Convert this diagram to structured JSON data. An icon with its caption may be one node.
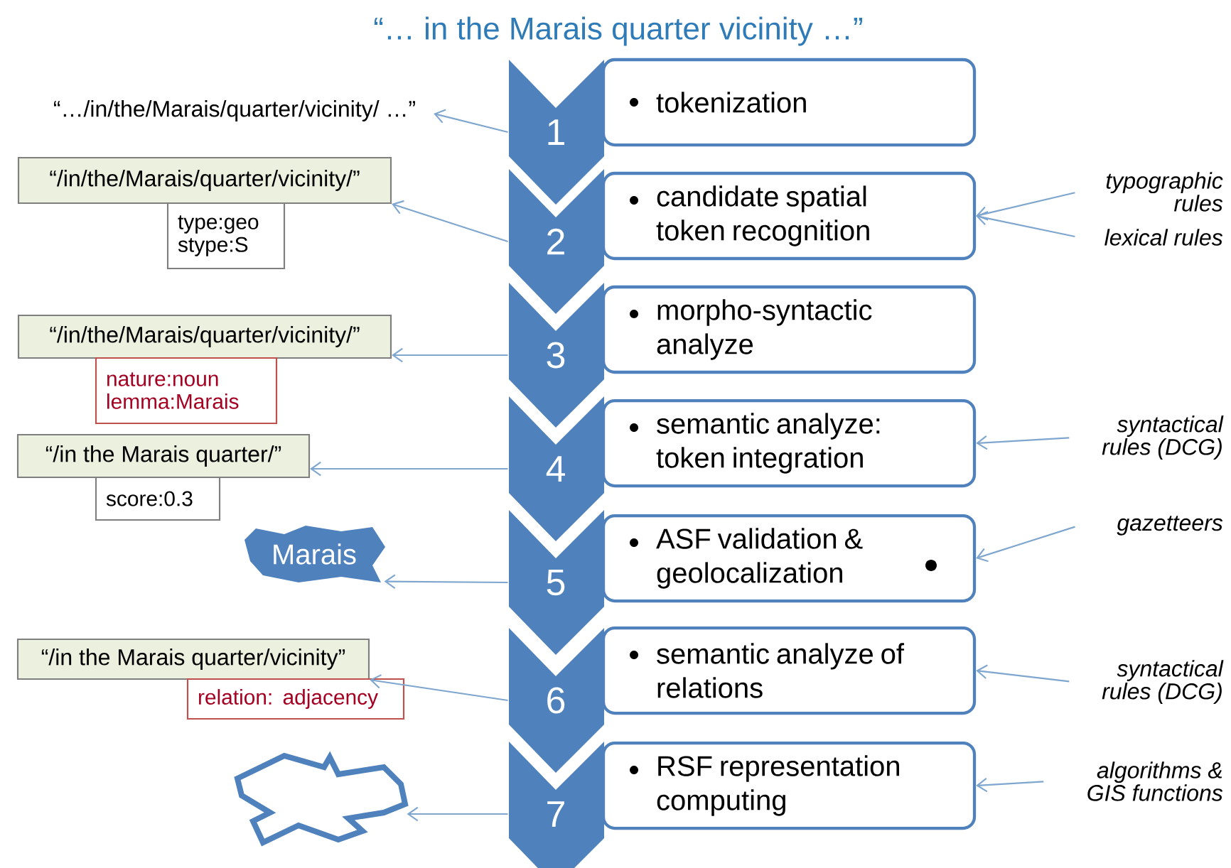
{
  "diagram": {
    "title": "“… in the Marais quarter vicinity …”",
    "nodes": [
      {
        "text": [
          "“…/in/the/Marais/quarter/vicinity/ …”"
        ]
      },
      {
        "text": [
          "1"
        ]
      },
      {
        "text": [
          "tokenization"
        ]
      },
      {
        "text": [
          "“/in/the/Marais/quarter/vicinity/”"
        ]
      },
      {
        "text": [
          "type:geo stype:S"
        ]
      },
      {
        "text": [
          "2"
        ]
      },
      {
        "text": [
          "candidate spatial token recognition"
        ]
      },
      {
        "text": [
          "typographic rules"
        ]
      },
      {
        "text": [
          "lexical rules"
        ]
      },
      {
        "text": [
          "“/in/the/Marais/quarter/vicinity/”"
        ]
      },
      {
        "text": [
          "nature:noun lemma:Marais"
        ]
      },
      {
        "text": [
          "3"
        ]
      },
      {
        "text": [
          "morpho-syntactic analyze"
        ]
      },
      {
        "text": [
          "“/in the Marais quarter/”"
        ]
      },
      {
        "text": [
          "score:0.3"
        ]
      },
      {
        "text": [
          "4"
        ]
      },
      {
        "text": [
          "semantic analyze: token integration"
        ]
      },
      {
        "text": [
          "syntactical rules (DCG)"
        ]
      },
      {
        "text": [
          "Marais"
        ]
      },
      {
        "text": [
          "5"
        ]
      },
      {
        "text": [
          "ASF validation & geolocalization"
        ]
      },
      {
        "text": [
          "gazetteers"
        ]
      },
      {
        "text": [
          "“/in the Marais quarter/vicinity”"
        ]
      },
      {
        "text": [
          "relation: adjacency"
        ]
      },
      {
        "text": [
          "6"
        ]
      },
      {
        "text": [
          "semantic analyze of relations"
        ]
      },
      {
        "text": [
          "syntactical rules (DCG)"
        ]
      },
      {
        "text": [],
        "shape": "polygon"
      },
      {
        "text": [
          "7"
        ]
      },
      {
        "text": [
          "RSF representation computing"
        ]
      },
      {
        "text": [
          "algorithms & GIS functions"
        ]
      }
    ],
    "edges": [
      {
        "from": 1,
        "to": 0,
        "arrow": "to"
      },
      {
        "from": 5,
        "to": 3,
        "arrow": "to"
      },
      {
        "from": 7,
        "to": 6,
        "arrow": "to"
      },
      {
        "from": 8,
        "to": 6,
        "arrow": "to"
      },
      {
        "from": 11,
        "to": 9,
        "arrow": "to"
      },
      {
        "from": 15,
        "to": 13,
        "arrow": "to"
      },
      {
        "from": 17,
        "to": 16,
        "arrow": "to"
      },
      {
        "from": 19,
        "to": 18,
        "arrow": "to"
      },
      {
        "from": 21,
        "to": 20,
        "arrow": "to"
      },
      {
        "from": 24,
        "to": 22,
        "arrow": "to"
      },
      {
        "from": 26,
        "to": 25,
        "arrow": "to"
      },
      {
        "from": 28,
        "to": 27,
        "arrow": "to"
      },
      {
        "from": 30,
        "to": 29,
        "arrow": "to"
      }
    ]
  }
}
